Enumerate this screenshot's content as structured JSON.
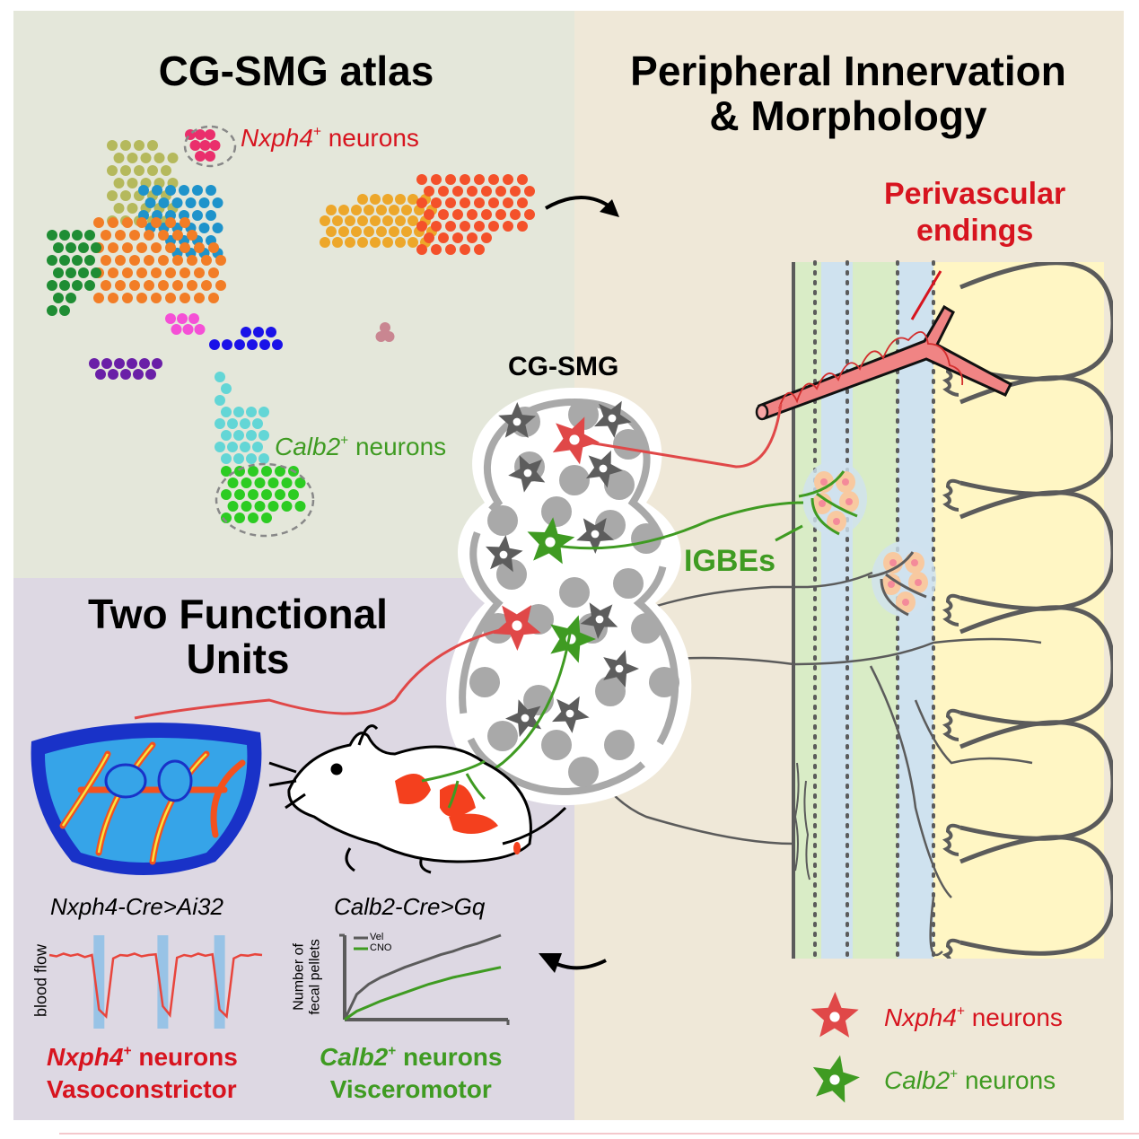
{
  "atlas": {
    "title": "CG-SMG atlas",
    "nxph4_label": {
      "gene": "Nxph4",
      "sup": "+",
      "suffix": " neurons"
    },
    "calb2_label": {
      "gene": "Calb2",
      "sup": "+",
      "suffix": " neurons"
    },
    "cluster_colors": {
      "olive": "#b5b95c",
      "pink": "#ea2f6c",
      "sky": "#1e93cb",
      "orange": "#f27d26",
      "darkgreen": "#1f8d34",
      "gold": "#eda72a",
      "redorange": "#f4512a",
      "magenta": "#f550d6",
      "blue": "#1a12e8",
      "purple": "#6a1fa7",
      "teal": "#63d6d6",
      "lime": "#2ccc22",
      "mauve": "#c98691"
    }
  },
  "periph": {
    "title_line1": "Peripheral Innervation",
    "title_line2": "& Morphology",
    "perivascular_line1": "Perivascular",
    "perivascular_line2": "endings",
    "igbes": "IGBEs"
  },
  "ganglion": {
    "label": "CG-SMG"
  },
  "units": {
    "title_line1": "Two Functional",
    "title_line2": "Units",
    "left_genotype": "Nxph4-Cre>Ai32",
    "right_genotype": "Calb2-Cre>Gq",
    "blood_flow_ylabel": "blood flow",
    "pellets_ylabel_line1": "Number of",
    "pellets_ylabel_line2": "fecal pellets",
    "nxph4_result": {
      "gene": "Nxph4",
      "sup": "+",
      "suffix": " neurons",
      "role": "Vasoconstrictor"
    },
    "calb2_result": {
      "gene": "Calb2",
      "sup": "+",
      "suffix": " neurons",
      "role": "Visceromotor"
    }
  },
  "legend": {
    "items": [
      {
        "gene": "Nxph4",
        "sup": "+",
        "suffix": " neurons",
        "color": "#e04848"
      },
      {
        "gene": "Calb2",
        "sup": "+",
        "suffix": " neurons",
        "color": "#3f9b22"
      }
    ]
  },
  "colors": {
    "nxph4": "#e04848",
    "calb2": "#3f9b22",
    "neuron_gray": "#5d5d5d",
    "glia_gray": "#a9a9a9",
    "vessel": "#f08484"
  },
  "chart_data": [
    {
      "type": "line",
      "title": "Nxph4-Cre>Ai32",
      "xlabel": "",
      "ylabel": "blood flow",
      "series": [
        {
          "name": "blood flow",
          "color": "#e8453c",
          "values": [
            1,
            0.98,
            1.02,
            0.99,
            1.01,
            0.97,
            1.0,
            0.2,
            0.1,
            0.95,
            1.0,
            0.99,
            1.02,
            0.98,
            1.0,
            1.01,
            0.25,
            0.12,
            0.96,
            1.0,
            0.98,
            1.02,
            0.99,
            1.01,
            0.2,
            0.1,
            0.95,
            1.0,
            0.99,
            1.01,
            1.0
          ]
        }
      ],
      "stimulation_epochs": 3,
      "grid": false
    },
    {
      "type": "line",
      "title": "Calb2-Cre>Gq",
      "xlabel": "",
      "ylabel": "Number of fecal pellets",
      "series": [
        {
          "name": "Vel",
          "color": "#5b5b5b",
          "values": [
            0,
            0.3,
            0.42,
            0.5,
            0.56,
            0.62,
            0.67,
            0.72,
            0.77,
            0.81,
            0.86,
            0.9,
            0.95,
            1.0
          ]
        },
        {
          "name": "CNO",
          "color": "#3f9b22",
          "values": [
            0,
            0.1,
            0.16,
            0.22,
            0.27,
            0.32,
            0.37,
            0.42,
            0.46,
            0.5,
            0.53,
            0.56,
            0.59,
            0.62
          ]
        }
      ],
      "legend": "top-left",
      "grid": false
    }
  ]
}
